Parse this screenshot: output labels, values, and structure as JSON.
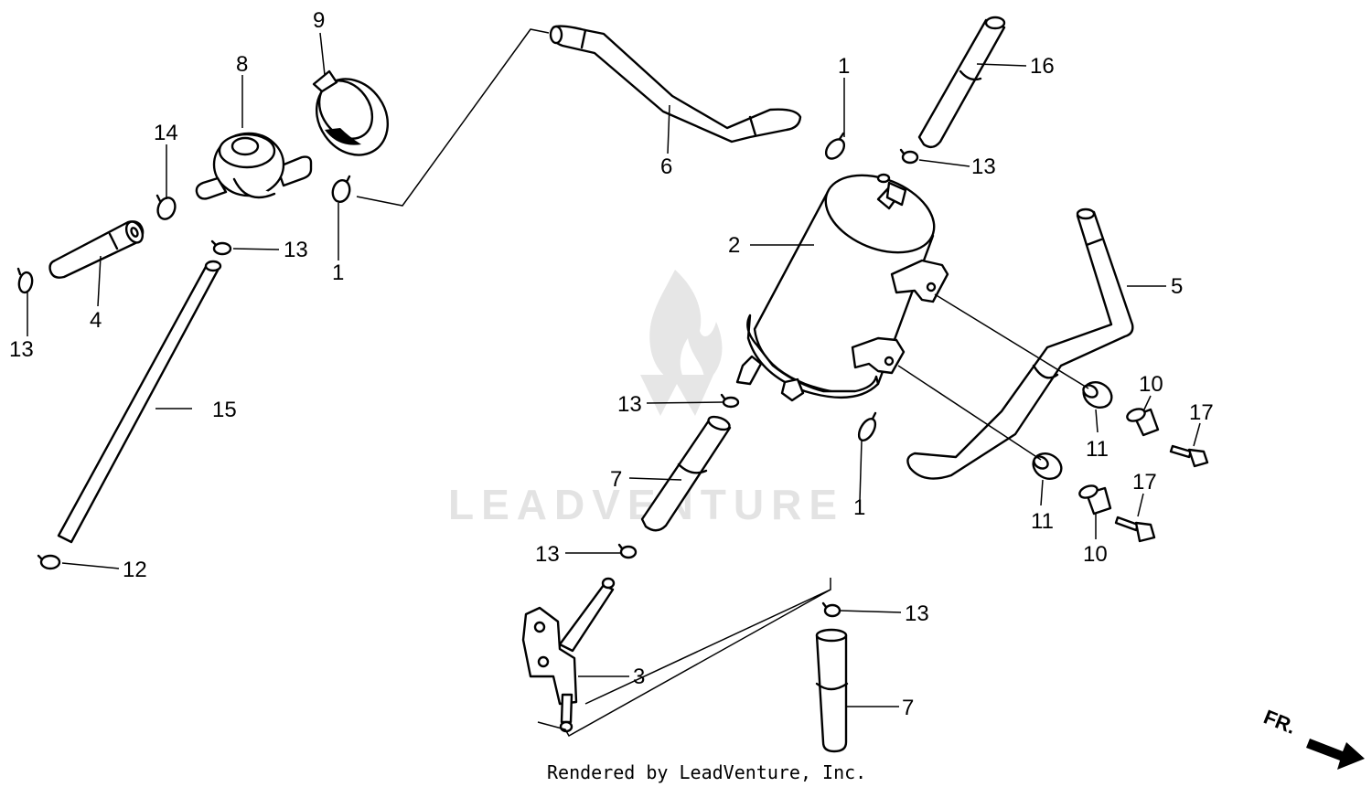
{
  "callouts": {
    "c1a": "1",
    "c1b": "1",
    "c1c": "1",
    "c2": "2",
    "c3": "3",
    "c4": "4",
    "c5": "5",
    "c6": "6",
    "c7a": "7",
    "c7b": "7",
    "c8": "8",
    "c9": "9",
    "c10a": "10",
    "c10b": "10",
    "c11a": "11",
    "c11b": "11",
    "c12": "12",
    "c13a": "13",
    "c13b": "13",
    "c13c": "13",
    "c13d": "13",
    "c13e": "13",
    "c13f": "13",
    "c14": "14",
    "c15": "15",
    "c16": "16",
    "c17a": "17",
    "c17b": "17"
  },
  "watermark": "LEADVENTURE",
  "credit": "Rendered by LeadVenture, Inc.",
  "front_arrow": "FR."
}
